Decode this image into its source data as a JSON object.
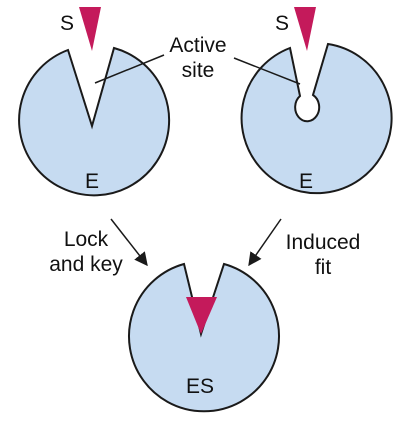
{
  "colors": {
    "enzyme_fill": "#c6dbf1",
    "substrate_fill": "#c41a5b",
    "stroke": "#1a1a1a",
    "background": "#ffffff"
  },
  "labels": {
    "substrate_left": "S",
    "substrate_right": "S",
    "active_site_line1": "Active",
    "active_site_line2": "site",
    "enzyme_left": "E",
    "enzyme_right": "E",
    "lock_line1": "Lock",
    "lock_line2": "and key",
    "induced_line1": "Induced",
    "induced_line2": "fit",
    "complex": "ES"
  }
}
